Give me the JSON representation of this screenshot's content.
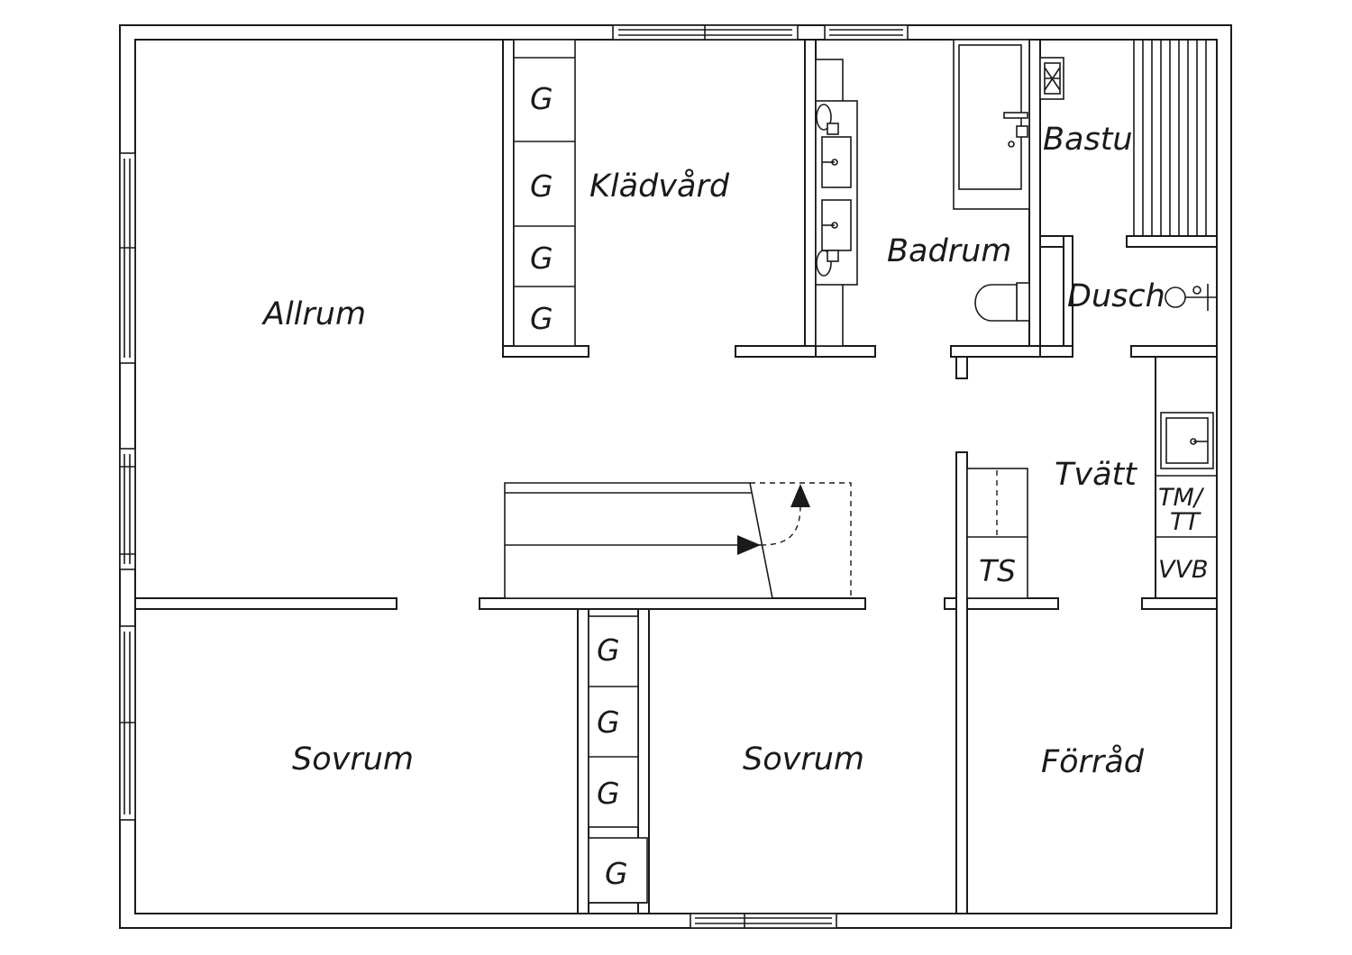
{
  "rooms": {
    "allrum": "Allrum",
    "kladvard": "Klädvård",
    "badrum": "Badrum",
    "bastu": "Bastu",
    "dusch": "Dusch",
    "tvatt": "Tvätt",
    "sovrum_left": "Sovrum",
    "sovrum_mid": "Sovrum",
    "forrad": "Förråd"
  },
  "labels": {
    "wardrobe": "G",
    "ts": "TS",
    "tm_line1": "TM/",
    "tm_line2": "TT",
    "vvb": "VVB"
  },
  "colors": {
    "line": "#1a1a1a",
    "background": "#ffffff"
  }
}
